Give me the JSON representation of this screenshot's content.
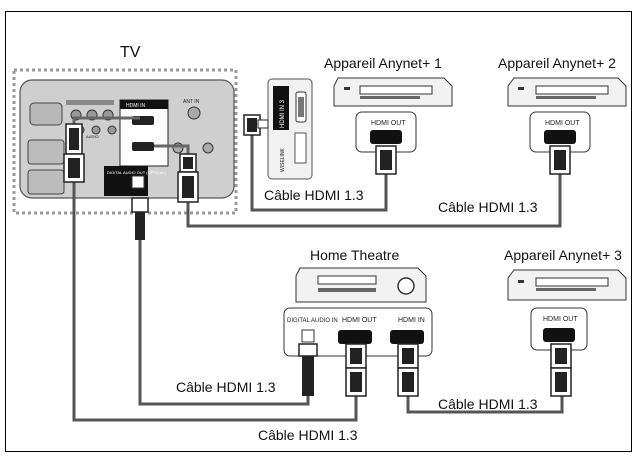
{
  "tv": {
    "title": "TV",
    "port_labels": {
      "hdmi_in": "HDMI IN",
      "ant_in": "ANT IN",
      "audio": "AUDIO",
      "digital_audio_out": "DIGITAL AUDIO OUT (OPTICAL)"
    }
  },
  "side_panel": {
    "hdmi_label": "HDMI IN 3",
    "usb_label": "WISELINK"
  },
  "devices": {
    "anynet1": {
      "label": "Appareil Anynet+ 1",
      "port": "HDMI OUT"
    },
    "anynet2": {
      "label": "Appareil Anynet+ 2",
      "port": "HDMI OUT"
    },
    "anynet3": {
      "label": "Appareil Anynet+ 3",
      "port": "HDMI OUT"
    },
    "home_theatre": {
      "label": "Home Theatre",
      "ports": {
        "digital_audio_in": "DIGITAL AUDIO IN",
        "hdmi_out": "HDMI OUT",
        "hdmi_in": "HDMI IN"
      }
    }
  },
  "cables": {
    "c1": "Câble HDMI 1.3",
    "c2": "Câble HDMI 1.3",
    "c3": "Câble HDMI 1.3",
    "c4": "Câble HDMI 1.3",
    "c5": "Câble HDMI 1.3"
  }
}
